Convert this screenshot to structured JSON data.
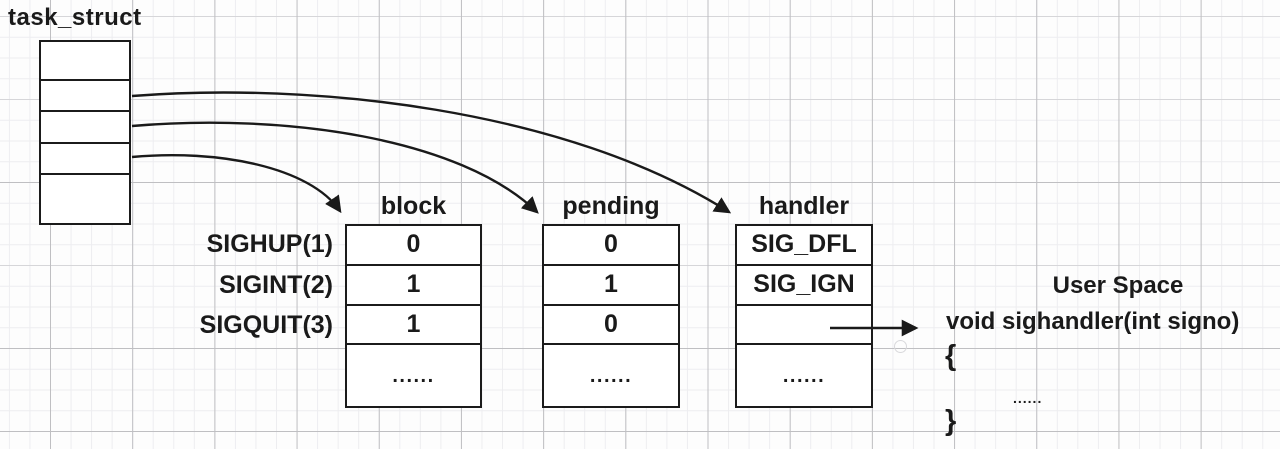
{
  "task_struct": {
    "title": "task_struct"
  },
  "row_labels": [
    "SIGHUP(1)",
    "SIGINT(2)",
    "SIGQUIT(3)"
  ],
  "columns": {
    "block": {
      "header": "block",
      "values": [
        "0",
        "1",
        "1",
        "......"
      ]
    },
    "pending": {
      "header": "pending",
      "values": [
        "0",
        "1",
        "0",
        "......"
      ]
    },
    "handler": {
      "header": "handler",
      "values": [
        "SIG_DFL",
        "SIG_IGN",
        "",
        "......"
      ]
    }
  },
  "user_space": {
    "title": "User Space",
    "code_signature": "void sighandler(int signo)",
    "open_brace": "{",
    "body_ellipsis": "......",
    "close_brace": "}"
  },
  "colors": {
    "stroke": "#1a1a1a",
    "grid_major": "#bfbfc2",
    "grid_minor": "#ededf0",
    "background": "#fdfdfd"
  }
}
